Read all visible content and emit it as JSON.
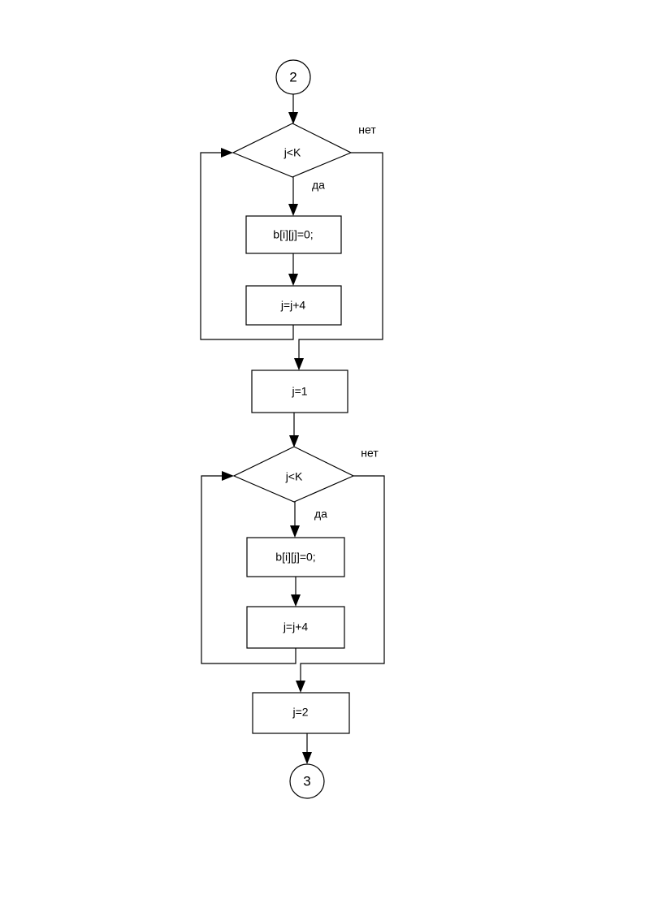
{
  "diagram": {
    "type": "flowchart",
    "title": "",
    "language": "ru",
    "page_background": "#ffffff",
    "line_color": "#000000",
    "shape_fill": "#ffffff",
    "nodes": {
      "entry_connector": {
        "label": "2",
        "shape": "circle"
      },
      "decision_1": {
        "label": "j<K",
        "shape": "diamond"
      },
      "process_1": {
        "label": "b[i][j]=0;",
        "shape": "rectangle"
      },
      "process_2": {
        "label": "j=j+4",
        "shape": "rectangle"
      },
      "process_3": {
        "label": "j=1",
        "shape": "rectangle"
      },
      "decision_2": {
        "label": "j<K",
        "shape": "diamond"
      },
      "process_4": {
        "label": "b[i][j]=0;",
        "shape": "rectangle"
      },
      "process_5": {
        "label": "j=j+4",
        "shape": "rectangle"
      },
      "process_6": {
        "label": "j=2",
        "shape": "rectangle"
      },
      "exit_connector": {
        "label": "3",
        "shape": "circle"
      }
    },
    "edge_labels": {
      "decision_1_no": "нет",
      "decision_1_yes": "да",
      "decision_2_no": "нет",
      "decision_2_yes": "да"
    }
  }
}
